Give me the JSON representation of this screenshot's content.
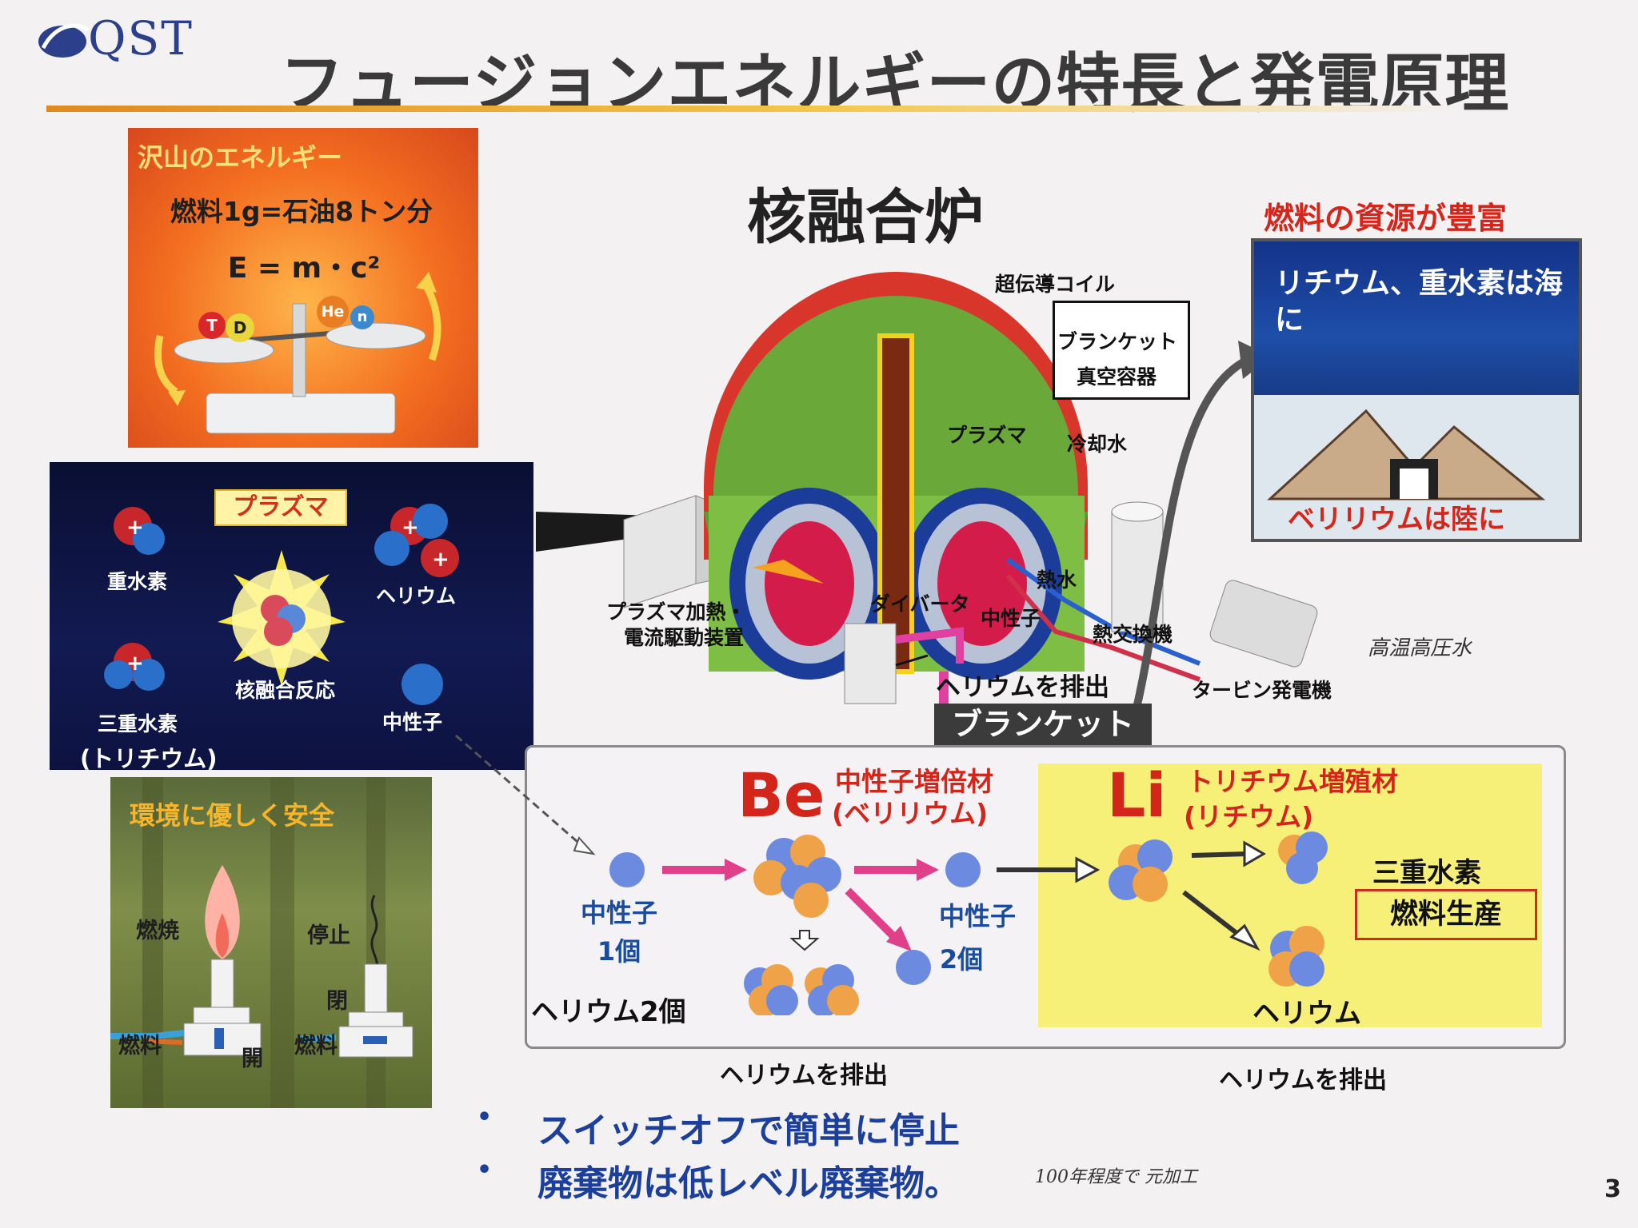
{
  "header": {
    "logo": "QST",
    "title": "フュージョンエネルギーの特長と発電原理"
  },
  "energy_panel": {
    "heading": "沢山のエネルギー",
    "line1": "燃料1g=石油8トン分",
    "equation": "E = m・c²",
    "balls": {
      "t": "T",
      "d": "D",
      "he": "He",
      "n": "n"
    }
  },
  "plasma_panel": {
    "tag": "プラズマ",
    "deuterium": "重水素",
    "helium": "ヘリウム",
    "tritium": "三重水素",
    "tritium_sub": "(トリチウム)",
    "fusion": "核融合反応",
    "neutron": "中性子"
  },
  "env_panel": {
    "heading": "環境に優しく安全",
    "burn": "燃焼",
    "stop": "停止",
    "fuel_left": "燃料",
    "open": "開",
    "close": "閉",
    "fuel_right": "燃料"
  },
  "reactor": {
    "title": "核融合炉",
    "coil": "超伝導コイル",
    "blanket": "ブランケット",
    "vessel": "真空容器",
    "coolant": "冷却水",
    "plasma": "プラズマ",
    "heating": "プラズマ加熱・",
    "heating2": "電流駆動装置",
    "divertor": "ダイバータ",
    "neutron": "中性子",
    "hotwater": "熱水",
    "exchanger": "熱交換機",
    "turbine": "タービン発電機",
    "exhaust": "ヘリウムを排出",
    "blanket_bar": "ブランケット",
    "note": "高温高圧水"
  },
  "resources": {
    "heading": "燃料の資源が豊富",
    "sea": "リチウム、重水素は海に",
    "land": "ベリリウムは陸に"
  },
  "breeding": {
    "be_symbol": "Be",
    "be_label1": "中性子増倍材",
    "be_label2": "(ベリリウム)",
    "li_symbol": "Li",
    "li_label1": "トリチウム増殖材",
    "li_label2": "(リチウム)",
    "neutron1": "中性子",
    "neutron1_count": "1個",
    "neutron2": "中性子",
    "neutron2_count": "2個",
    "helium2": "ヘリウム2個",
    "exhaust1": "ヘリウムを排出",
    "tritium": "三重水素",
    "fuel_prod": "燃料生産",
    "helium": "ヘリウム",
    "exhaust2": "ヘリウムを排出"
  },
  "bullets": [
    "スイッチオフで簡単に停止",
    "廃棄物は低レベル廃棄物。"
  ],
  "handnote": "100年程度で 元加工",
  "page_number": "3",
  "colors": {
    "title_rule": "#e08a1e",
    "red": "#d4251a",
    "blue_text": "#1b4c9c",
    "plasma_bg": "#0a0f33",
    "li_zone": "#f6ef78"
  }
}
